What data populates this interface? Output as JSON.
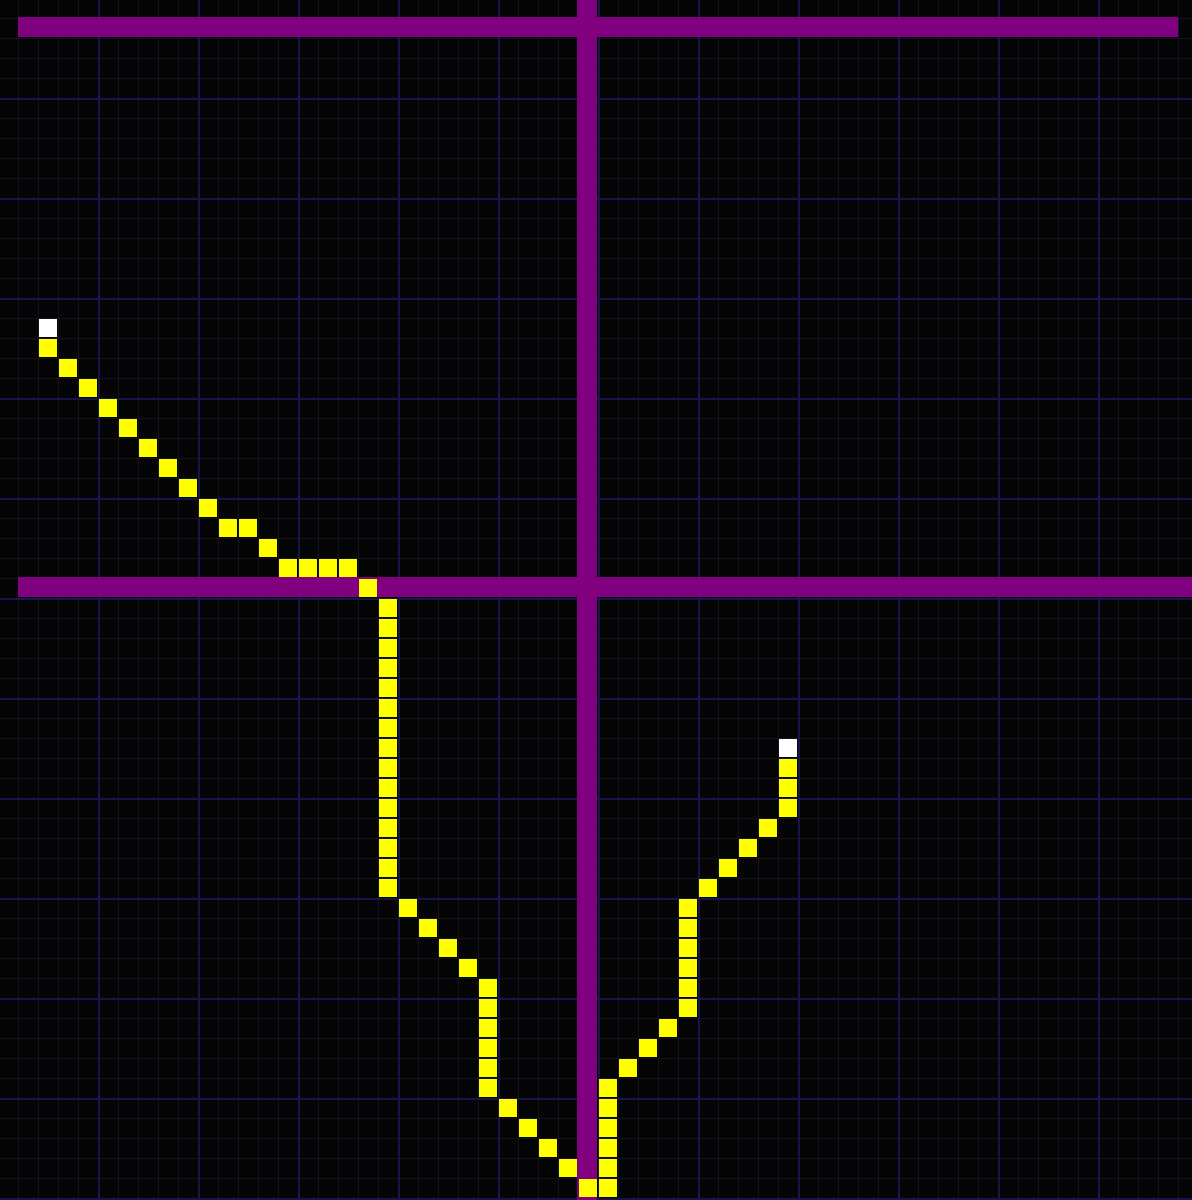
{
  "board": {
    "background_color": "#050505",
    "grid_line_color": "#12122a",
    "grid_major_line_color": "#16164a",
    "cell_count_x": 60,
    "cell_count_y": 60
  },
  "walls": {
    "color": "#800080"
  },
  "path": {
    "color": "#ffff00",
    "endpoint_color": "#ffffff",
    "cells": [
      [
        2,
        16
      ],
      [
        2,
        17
      ],
      [
        3,
        18
      ],
      [
        4,
        19
      ],
      [
        5,
        20
      ],
      [
        6,
        21
      ],
      [
        7,
        22
      ],
      [
        8,
        23
      ],
      [
        9,
        24
      ],
      [
        10,
        25
      ],
      [
        11,
        26
      ],
      [
        12,
        26
      ],
      [
        13,
        27
      ],
      [
        14,
        28
      ],
      [
        15,
        28
      ],
      [
        16,
        28
      ],
      [
        17,
        28
      ],
      [
        18,
        29
      ],
      [
        19,
        30
      ],
      [
        19,
        31
      ],
      [
        19,
        32
      ],
      [
        19,
        33
      ],
      [
        19,
        34
      ],
      [
        19,
        35
      ],
      [
        19,
        36
      ],
      [
        19,
        37
      ],
      [
        19,
        38
      ],
      [
        19,
        39
      ],
      [
        19,
        40
      ],
      [
        19,
        41
      ],
      [
        19,
        42
      ],
      [
        19,
        43
      ],
      [
        19,
        44
      ],
      [
        20,
        45
      ],
      [
        21,
        46
      ],
      [
        22,
        47
      ],
      [
        23,
        48
      ],
      [
        24,
        49
      ],
      [
        24,
        50
      ],
      [
        24,
        51
      ],
      [
        24,
        52
      ],
      [
        24,
        53
      ],
      [
        24,
        54
      ],
      [
        25,
        55
      ],
      [
        26,
        56
      ],
      [
        27,
        57
      ],
      [
        28,
        58
      ],
      [
        29,
        59
      ],
      [
        30,
        59
      ],
      [
        30,
        58
      ],
      [
        30,
        57
      ],
      [
        30,
        56
      ],
      [
        30,
        55
      ],
      [
        30,
        54
      ],
      [
        31,
        53
      ],
      [
        32,
        52
      ],
      [
        33,
        51
      ],
      [
        34,
        50
      ],
      [
        34,
        49
      ],
      [
        34,
        48
      ],
      [
        34,
        47
      ],
      [
        34,
        46
      ],
      [
        34,
        45
      ],
      [
        35,
        44
      ],
      [
        36,
        43
      ],
      [
        37,
        42
      ],
      [
        38,
        41
      ],
      [
        39,
        40
      ],
      [
        39,
        39
      ],
      [
        39,
        38
      ],
      [
        39,
        37
      ]
    ],
    "endpoints": [
      [
        2,
        16
      ],
      [
        39,
        37
      ]
    ]
  }
}
